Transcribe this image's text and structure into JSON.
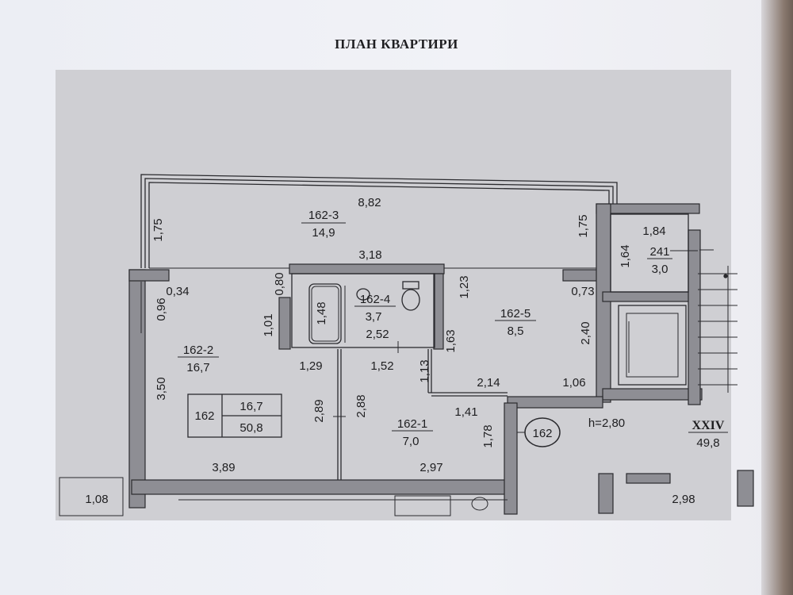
{
  "title": "ПЛАН КВАРТИРИ",
  "rooms": {
    "r3": {
      "id": "162-3",
      "area": "14,9"
    },
    "r4": {
      "id": "162-4",
      "area": "3,7"
    },
    "r5": {
      "id": "162-5",
      "area": "8,5"
    },
    "r2": {
      "id": "162-2",
      "area": "16,7"
    },
    "r1": {
      "id": "162-1",
      "area": "7,0"
    },
    "r241": {
      "id": "241",
      "area": "3,0"
    }
  },
  "summary_box": {
    "apartment": "162",
    "living_area": "16,7",
    "total_area": "50,8"
  },
  "apartment_marker": "162",
  "ceiling_height": "h=2,80",
  "section": {
    "label": "XXIV",
    "area": "49,8"
  },
  "dimensions": {
    "d_882": "8,82",
    "d_175_left": "1,75",
    "d_175_right": "1,75",
    "d_318": "3,18",
    "d_080": "0,80",
    "d_034": "0,34",
    "d_096": "0,96",
    "d_148": "1,48",
    "d_123": "1,23",
    "d_073": "0,73",
    "d_101": "1,01",
    "d_252": "2,52",
    "d_163": "1,63",
    "d_240": "2,40",
    "d_184": "1,84",
    "d_164": "1,64",
    "d_129": "1,29",
    "d_152": "1,52",
    "d_113": "1,13",
    "d_214": "2,14",
    "d_106": "1,06",
    "d_350": "3,50",
    "d_289": "2,89",
    "d_288": "2,88",
    "d_141": "1,41",
    "d_178": "1,78",
    "d_389": "3,89",
    "d_297": "2,97",
    "d_108": "1,08",
    "d_298": "2,98"
  },
  "colors": {
    "plan_background": "#cfcfd3",
    "wall": "#8e8e94",
    "line": "#2a2a2e",
    "paper": "#eef0f5"
  }
}
